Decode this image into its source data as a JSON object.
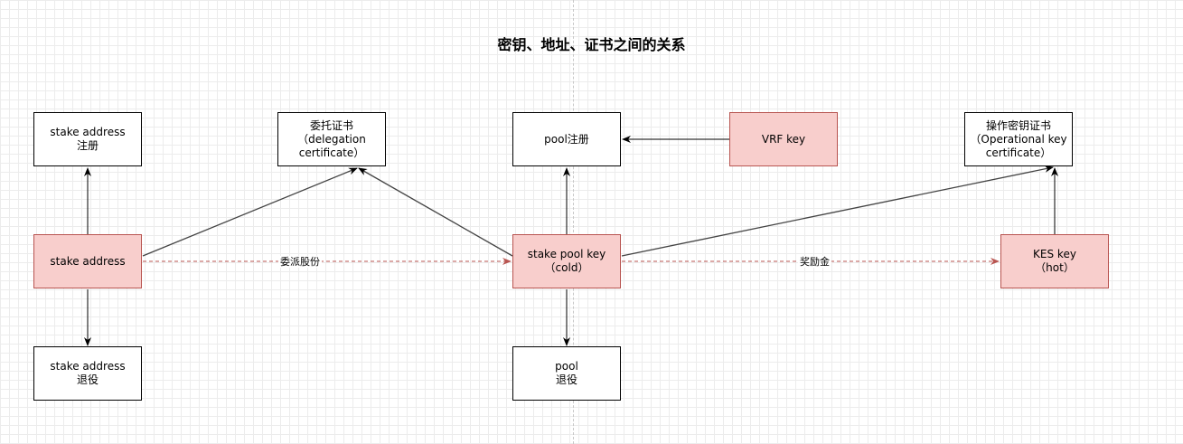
{
  "title": "密钥、地址、证书之间的关系",
  "nodes": {
    "stake_addr_register": [
      "stake address",
      "注册"
    ],
    "delegation_cert": [
      "委托证书",
      "（delegation certificate）"
    ],
    "pool_register": [
      "pool注册"
    ],
    "vrf_key": [
      "VRF key"
    ],
    "op_key_cert": [
      "操作密钥证书",
      "（Operational key certificate）"
    ],
    "stake_address": [
      "stake address"
    ],
    "stake_pool_key": [
      "stake pool key",
      "（cold）"
    ],
    "kes_key": [
      "KES key",
      "（hot）"
    ],
    "stake_addr_retire": [
      "stake address",
      "退役"
    ],
    "pool_retire": [
      "pool",
      "退役"
    ]
  },
  "edge_labels": {
    "delegate_stake": "委派股份",
    "reward": "奖励金"
  },
  "colors": {
    "key_fill": "#f8cecc",
    "key_border": "#b85450",
    "box_border": "#000000",
    "edge": "#333333",
    "dashed_edge": "#b85450"
  }
}
